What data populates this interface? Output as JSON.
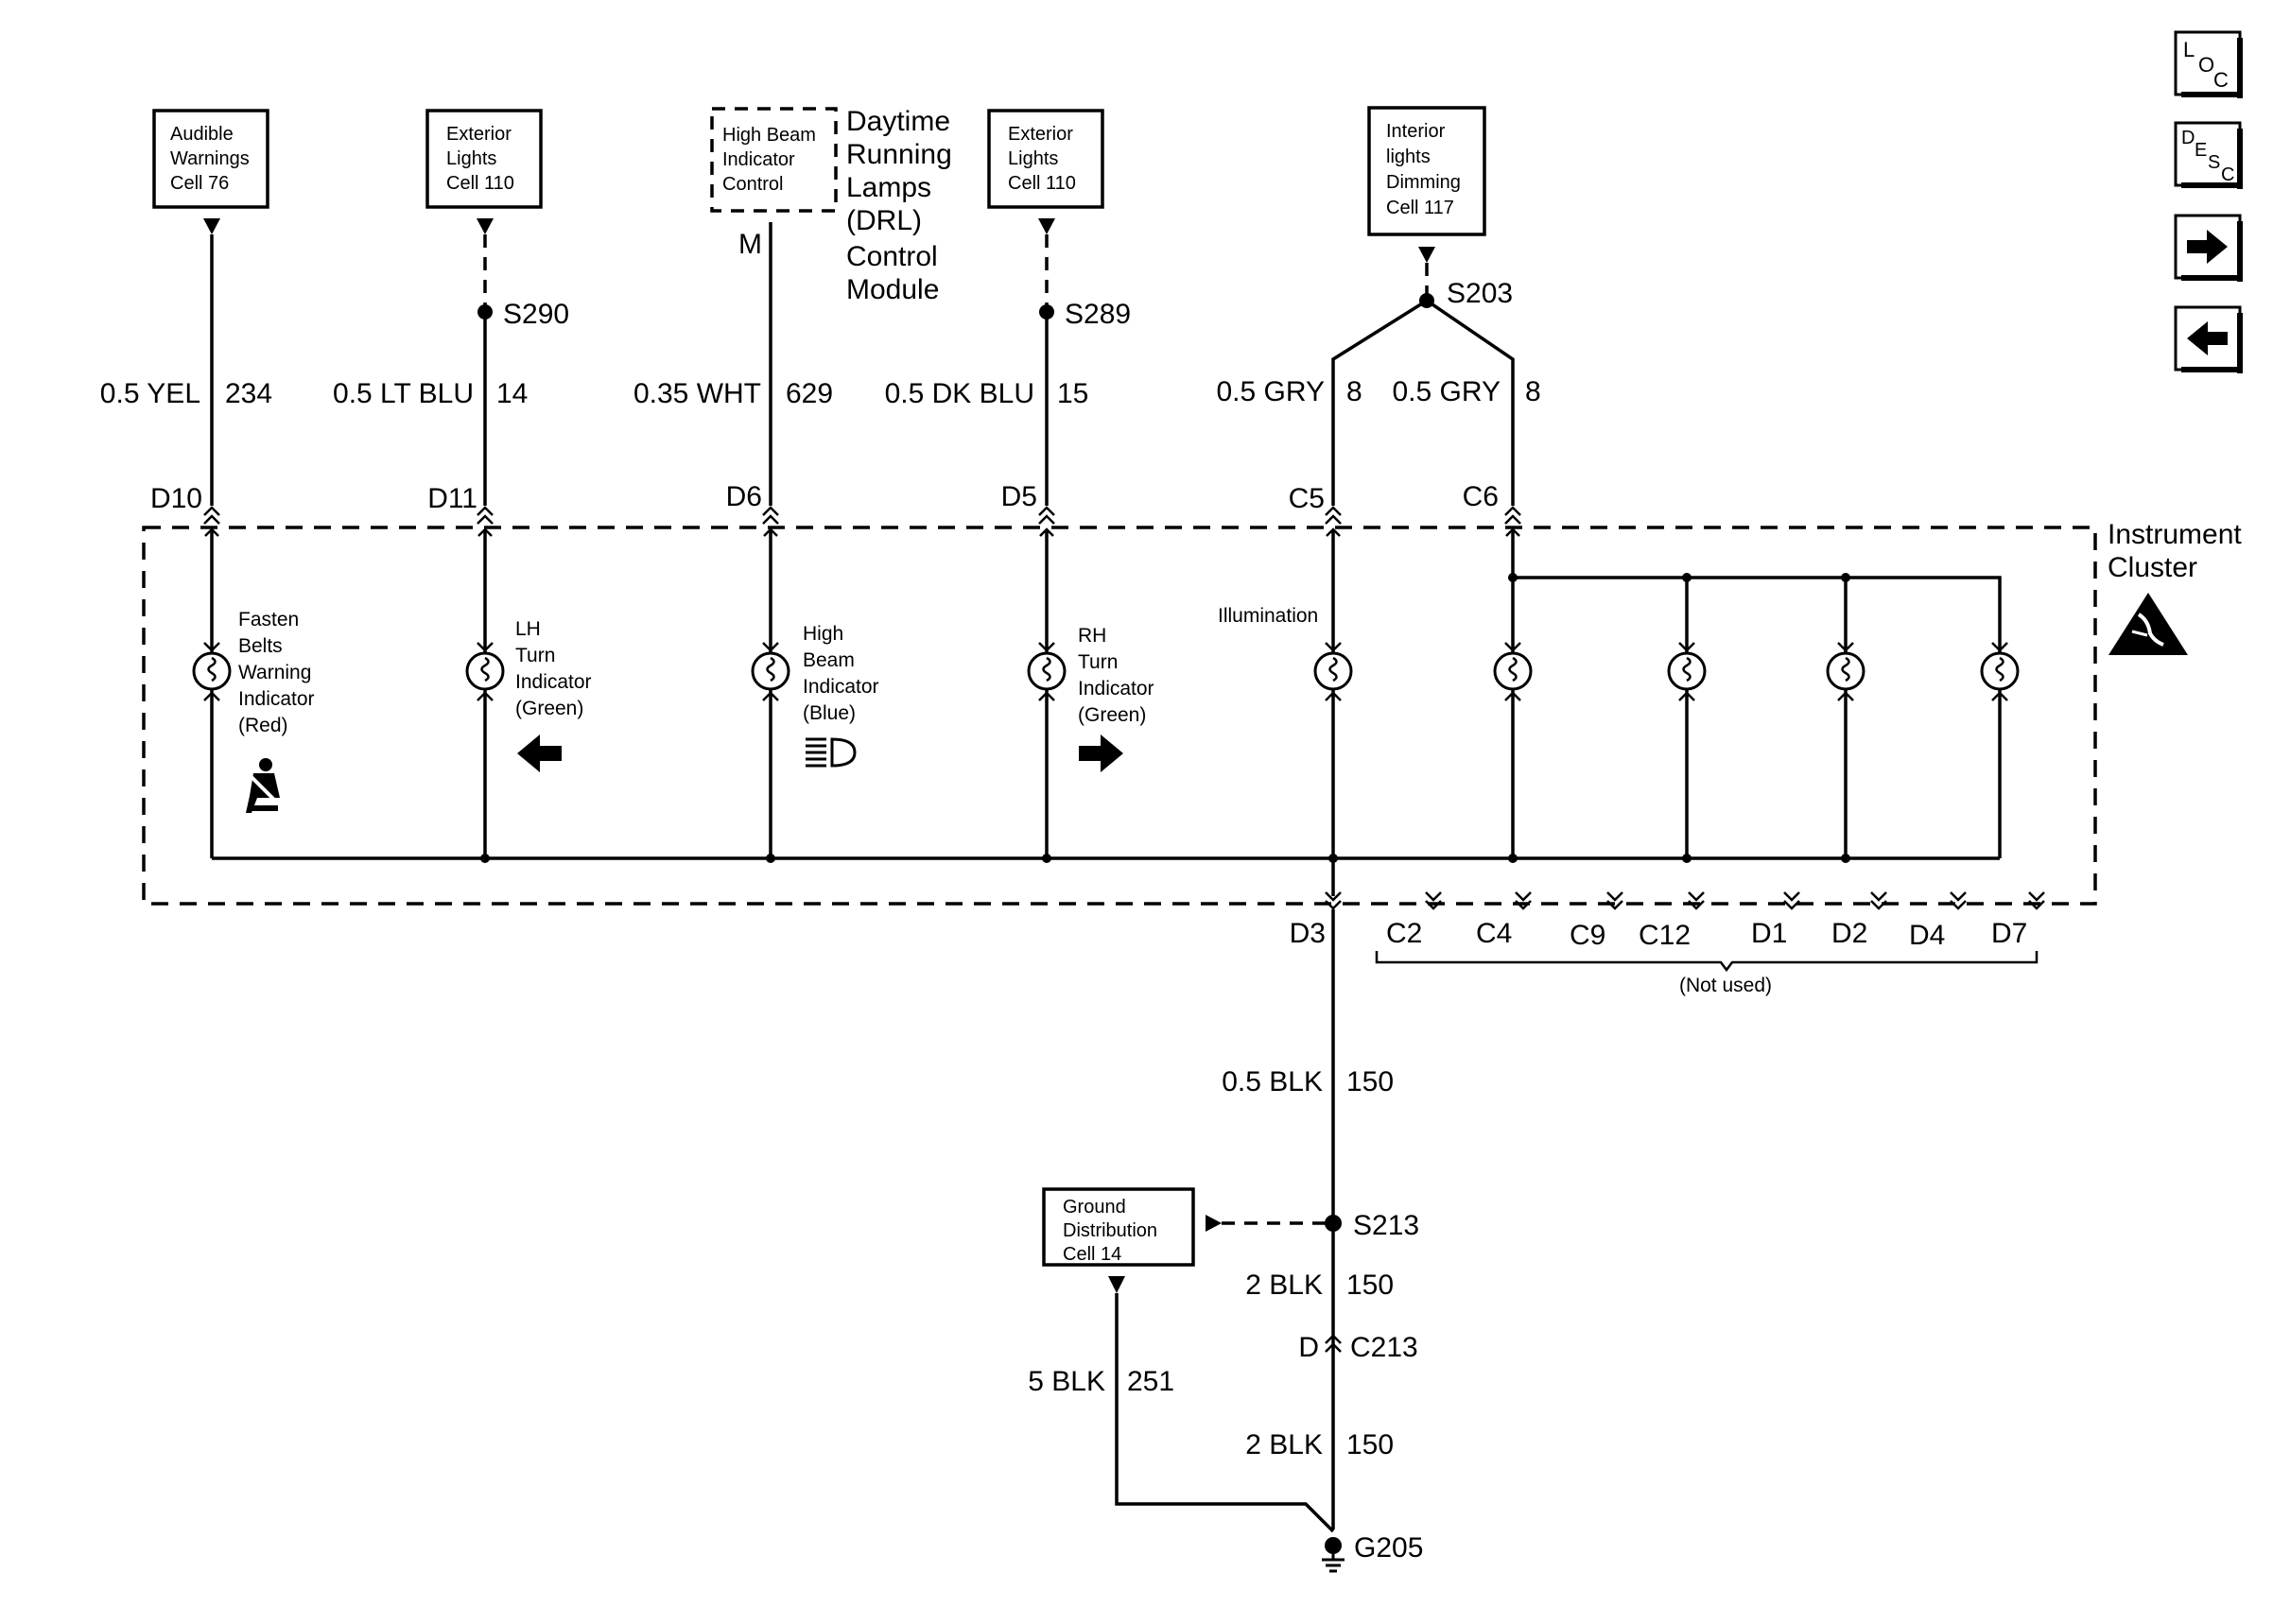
{
  "nav": {
    "loc": {
      "a": "L",
      "b": "O",
      "c": "C"
    },
    "desc": {
      "a": "D",
      "b": "E",
      "c": "S",
      "d": "C"
    }
  },
  "top_boxes": {
    "audible": [
      "Audible",
      "Warnings",
      "Cell 76"
    ],
    "ext1": [
      "Exterior",
      "Lights",
      "Cell 110"
    ],
    "highbeam_ctrl": [
      "High Beam",
      "Indicator",
      "Control"
    ],
    "drl": [
      "Daytime",
      "Running",
      "Lamps",
      "(DRL)",
      "Control",
      "Module"
    ],
    "ext2": [
      "Exterior",
      "Lights",
      "Cell 110"
    ],
    "interior": [
      "Interior",
      "lights",
      "Dimming",
      "Cell 117"
    ]
  },
  "splices": {
    "s290": "S290",
    "s289": "S289",
    "s203": "S203",
    "s213": "S213"
  },
  "m_pin": "M",
  "wires": {
    "w1": {
      "gauge": "0.5 YEL",
      "circuit": "234"
    },
    "w2": {
      "gauge": "0.5 LT BLU",
      "circuit": "14"
    },
    "w3": {
      "gauge": "0.35 WHT",
      "circuit": "629"
    },
    "w4": {
      "gauge": "0.5 DK BLU",
      "circuit": "15"
    },
    "w5": {
      "gauge": "0.5 GRY",
      "circuit": "8"
    },
    "w6": {
      "gauge": "0.5 GRY",
      "circuit": "8"
    },
    "w7": {
      "gauge": "0.5 BLK",
      "circuit": "150"
    },
    "w8": {
      "gauge": "2 BLK",
      "circuit": "150"
    },
    "w9": {
      "gauge": "2 BLK",
      "circuit": "150"
    },
    "w10": {
      "gauge": "5 BLK",
      "circuit": "251"
    }
  },
  "top_pins": {
    "d10": "D10",
    "d11": "D11",
    "d6": "D6",
    "d5": "D5",
    "c5": "C5",
    "c6": "C6"
  },
  "cluster": {
    "title": [
      "Instrument",
      "Cluster"
    ]
  },
  "indicators": {
    "fasten": [
      "Fasten",
      "Belts",
      "Warning",
      "Indicator",
      "(Red)"
    ],
    "lh": [
      "LH",
      "Turn",
      "Indicator",
      "(Green)"
    ],
    "hb": [
      "High",
      "Beam",
      "Indicator",
      "(Blue)"
    ],
    "rh": [
      "RH",
      "Turn",
      "Indicator",
      "(Green)"
    ],
    "illum": "Illumination"
  },
  "bottom_pins": {
    "d3": "D3",
    "c2": "C2",
    "c4": "C4",
    "c9": "C9",
    "c12": "C12",
    "d1": "D1",
    "d2": "D2",
    "d4": "D4",
    "d7": "D7",
    "not_used": "(Not used)"
  },
  "ground_box": [
    "Ground",
    "Distribution",
    "Cell 14"
  ],
  "c213": {
    "pin": "D",
    "name": "C213"
  },
  "g205": "G205"
}
